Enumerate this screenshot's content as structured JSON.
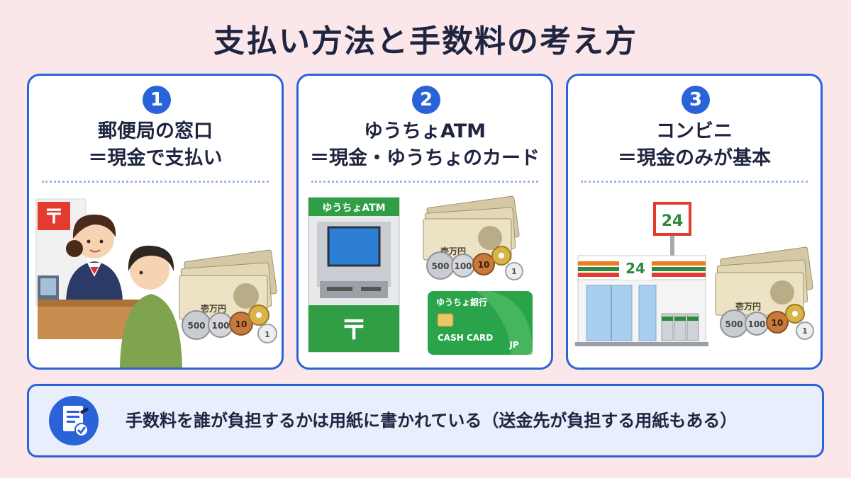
{
  "title": "支払い方法と手数料の考え方",
  "colors": {
    "accent": "#2a63d8",
    "background": "#fbe7ea",
    "atm_green": "#2f9e45",
    "card_green": "#2aa44a"
  },
  "cards": [
    {
      "number": "1",
      "line1": "郵便局の窓口",
      "line2": "＝現金で支払い",
      "illustration": {
        "sign": "〒",
        "bill": "壱万円",
        "coins": [
          "500",
          "100",
          "10",
          "5",
          "1"
        ]
      }
    },
    {
      "number": "2",
      "line1": "ゆうちょATM",
      "line2": "＝現金・ゆうちょのカード",
      "illustration": {
        "atm_label": "ゆうちょATM",
        "atm_sign": "〒",
        "bill": "壱万円",
        "coins": [
          "500",
          "100",
          "10",
          "5",
          "1"
        ],
        "bank_card_label": "ゆうちょ銀行",
        "bank_card_text": "CASH CARD",
        "bank_card_logo": "JP"
      }
    },
    {
      "number": "3",
      "line1": "コンビニ",
      "line2": "＝現金のみが基本",
      "illustration": {
        "pole_sign": "24",
        "store_sign": "24",
        "bill": "壱万円",
        "coins": [
          "500",
          "100",
          "10",
          "5",
          "1"
        ]
      }
    }
  ],
  "note": {
    "icon": "document-check-icon",
    "text": "手数料を誰が負担するかは用紙に書かれている（送金先が負担する用紙もある）"
  }
}
